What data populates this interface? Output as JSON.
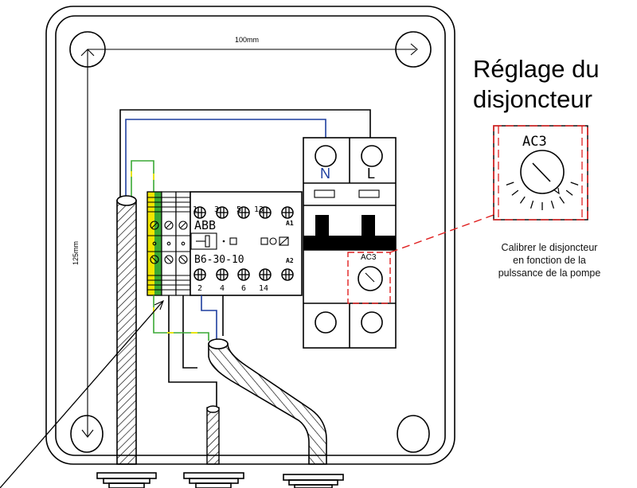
{
  "title": {
    "line1": "Réglage du",
    "line2": "disjoncteur"
  },
  "caption": {
    "line1": "Calibrer le disjoncteur",
    "line2": "en fonction de la",
    "line3": "pulssance de la pompe"
  },
  "dimensions": {
    "width_label": "100mm",
    "height_label": "125mm"
  },
  "contactor": {
    "brand": "ABB",
    "model": "B6-30-10",
    "top_terminals": [
      "1",
      "3",
      "5",
      "13"
    ],
    "bottom_terminals": [
      "2",
      "4",
      "6",
      "14"
    ],
    "coil_top": "A1",
    "coil_bottom": "A2"
  },
  "breaker": {
    "neutral_label": "N",
    "line_label": "L",
    "setting_label": "AC3"
  },
  "detail": {
    "setting_label": "AC3"
  },
  "colors": {
    "neutral_wire": "#1f3f9f",
    "earth_green": "#3aa935",
    "earth_yellow": "#f2e600",
    "callout_red": "#e02020",
    "line": "#000000"
  }
}
